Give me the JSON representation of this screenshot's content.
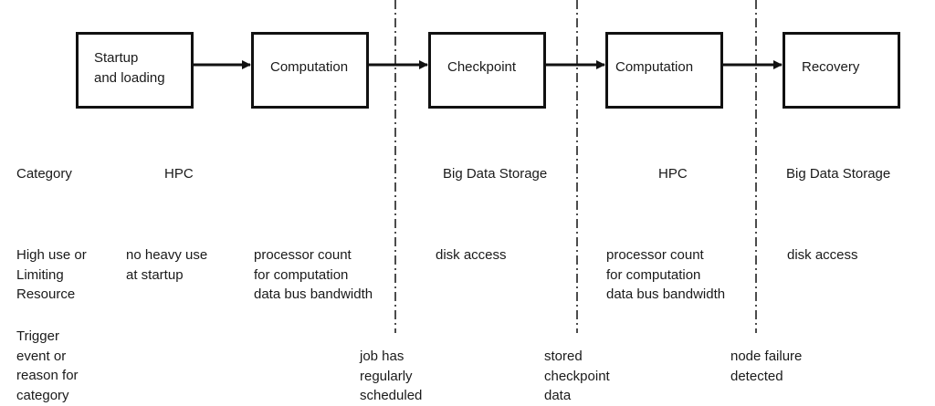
{
  "boxes": [
    {
      "label": "Startup\nand loading"
    },
    {
      "label": "Computation"
    },
    {
      "label": "Checkpoint"
    },
    {
      "label": "Computation"
    },
    {
      "label": "Recovery"
    }
  ],
  "rows": {
    "category": {
      "header": "Category",
      "values": [
        "HPC",
        "Big Data Storage",
        "HPC",
        "Big Data Storage"
      ]
    },
    "resource": {
      "header": "High use or\nLimiting\nResource",
      "values": [
        "no  heavy use\nat startup",
        "processor count\n  for computation\ndata bus bandwidth",
        "disk access",
        "processor count\nfor computation\n  data bus bandwidth",
        "disk access"
      ]
    },
    "trigger": {
      "header": "Trigger\nevent or\nreason for\ncategory",
      "values": [
        "job has\nregularly\nscheduled",
        "stored\ncheckpoint\n  data",
        "node failure\n  detected"
      ]
    }
  },
  "colors": {
    "line": "#111111",
    "text": "#1a1a1a"
  }
}
